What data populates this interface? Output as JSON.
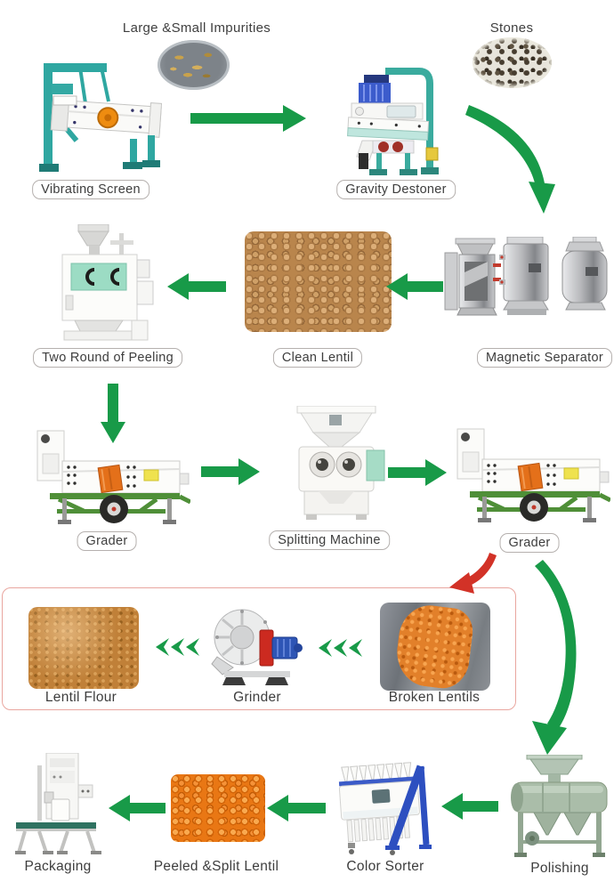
{
  "annotations": {
    "impurities": "Large &Small Impurities",
    "stones": "Stones"
  },
  "stages": {
    "vibrating_screen": "Vibrating Screen",
    "gravity_destoner": "Gravity Destoner",
    "two_round_of_peeling": "Two Round of Peeling",
    "clean_lentil": "Clean Lentil",
    "magnetic_separator": "Magnetic Separator",
    "grader_1": "Grader",
    "splitting_machine": "Splitting Machine",
    "grader_2": "Grader",
    "lentil_flour": "Lentil Flour",
    "grinder": "Grinder",
    "broken_lentils": "Broken Lentils",
    "packaging": "Packaging",
    "peeled_split_lentil": "Peeled &Split Lentil",
    "color_sorter": "Color Sorter",
    "polishing": "Polishing"
  },
  "colors": {
    "arrow_green": "#189a48",
    "arrow_red": "#d23227",
    "byproduct_box_border": "#e9a69f",
    "callout_border": "#b5b0ae",
    "label_text": "#3d3d3d"
  }
}
